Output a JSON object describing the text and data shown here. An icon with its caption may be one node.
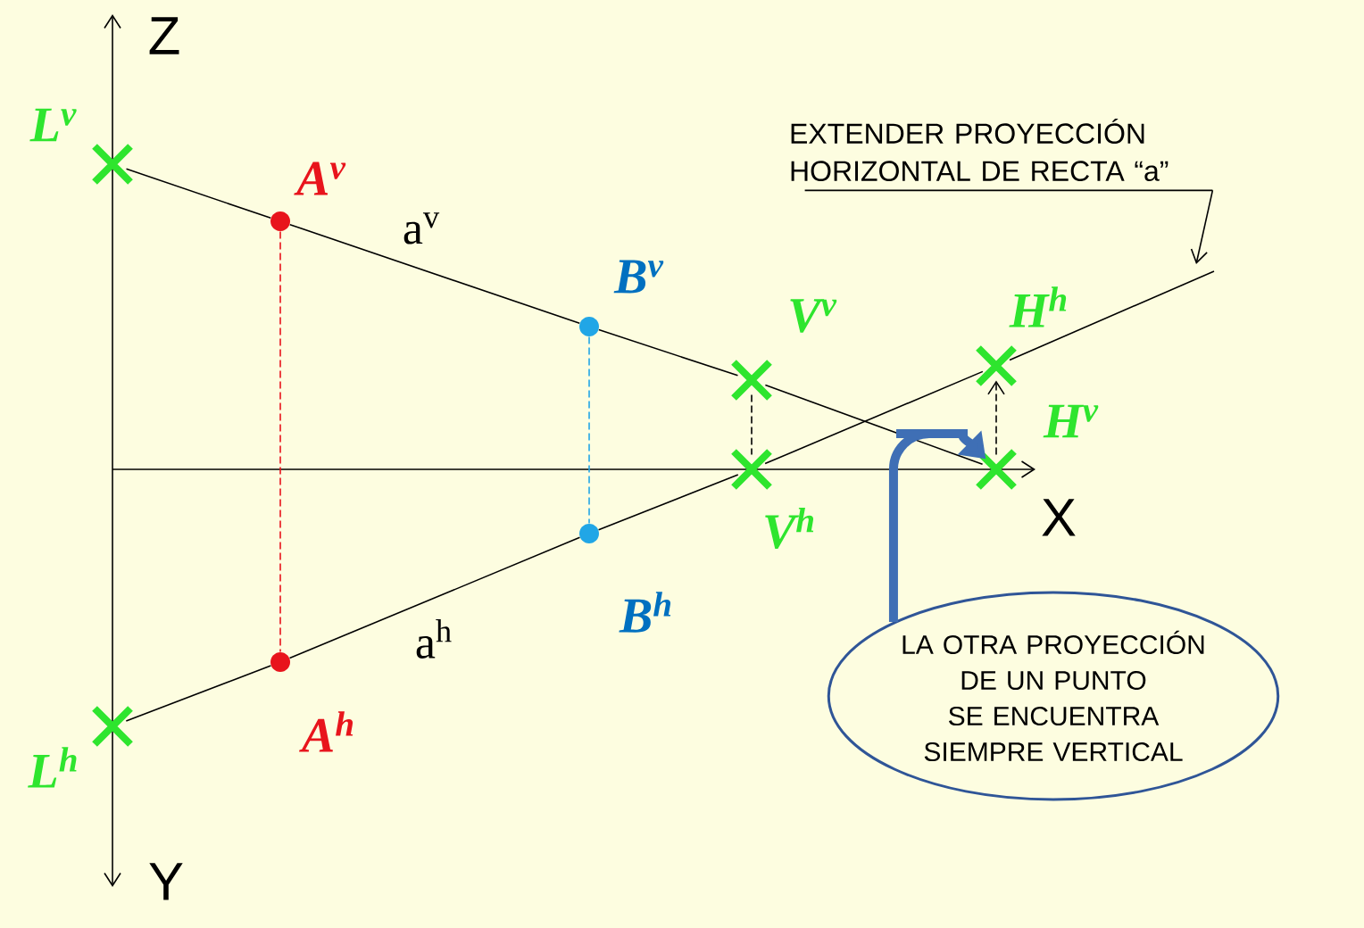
{
  "diagram": {
    "nodes": [
      {
        "text": [
          "L$^{v}$"
        ]
      },
      {
        "text": [
          "A$^{v}$"
        ]
      },
      {
        "text": [
          "B$^{v}$"
        ]
      },
      {
        "text": [
          "V$^{v}$"
        ]
      },
      {
        "text": [
          "H$^{h}$"
        ]
      },
      {
        "text": [
          "H$^{v}$"
        ]
      },
      {
        "text": [
          "L$^{h}$"
        ]
      },
      {
        "text": [
          "A$^{h}$"
        ]
      },
      {
        "text": [
          "B$^{h}$"
        ]
      },
      {
        "text": [
          "V$^{h}$"
        ]
      },
      {
        "text": [
          "EXTENDER PROYECCIÓN HORIZONTAL DE RECTA “a”"
        ]
      },
      {
        "text": [
          "LA OTRA PROYECCIÓN DE UN PUNTO SE ENCUENTRA SIEMPRE VERTICAL"
        ]
      }
    ],
    "edges": [
      {
        "from": 0,
        "to": 1,
        "arrow": "none"
      },
      {
        "from": 1,
        "to": 2,
        "arrow": "none",
        "label": "a$^{v}$"
      },
      {
        "from": 2,
        "to": 3,
        "arrow": "none"
      },
      {
        "from": 3,
        "to": 5,
        "arrow": "none"
      },
      {
        "from": 6,
        "to": 7,
        "arrow": "none"
      },
      {
        "from": 7,
        "to": 8,
        "arrow": "none",
        "label": "a$^{h}$"
      },
      {
        "from": 8,
        "to": 9,
        "arrow": "none"
      },
      {
        "from": 9,
        "to": 4,
        "arrow": "none"
      },
      {
        "from": 4,
        "to": null,
        "arrow": "none"
      },
      {
        "from": 1,
        "to": 7,
        "arrow": "none",
        "style": "dashed",
        "color": "#e8141c"
      },
      {
        "from": 2,
        "to": 8,
        "arrow": "none",
        "style": "dashed",
        "color": "#21a6e6"
      },
      {
        "from": 3,
        "to": 9,
        "arrow": "none",
        "style": "dashed"
      },
      {
        "from": 5,
        "to": 4,
        "arrow": "to",
        "style": "dashed"
      },
      {
        "from": 10,
        "to": null,
        "arrow": "to"
      },
      {
        "from": 11,
        "to": 5,
        "arrow": "to",
        "style": "thick",
        "color": "#3f6fb5"
      }
    ],
    "labels": [
      "Z",
      "X",
      "Y"
    ]
  }
}
